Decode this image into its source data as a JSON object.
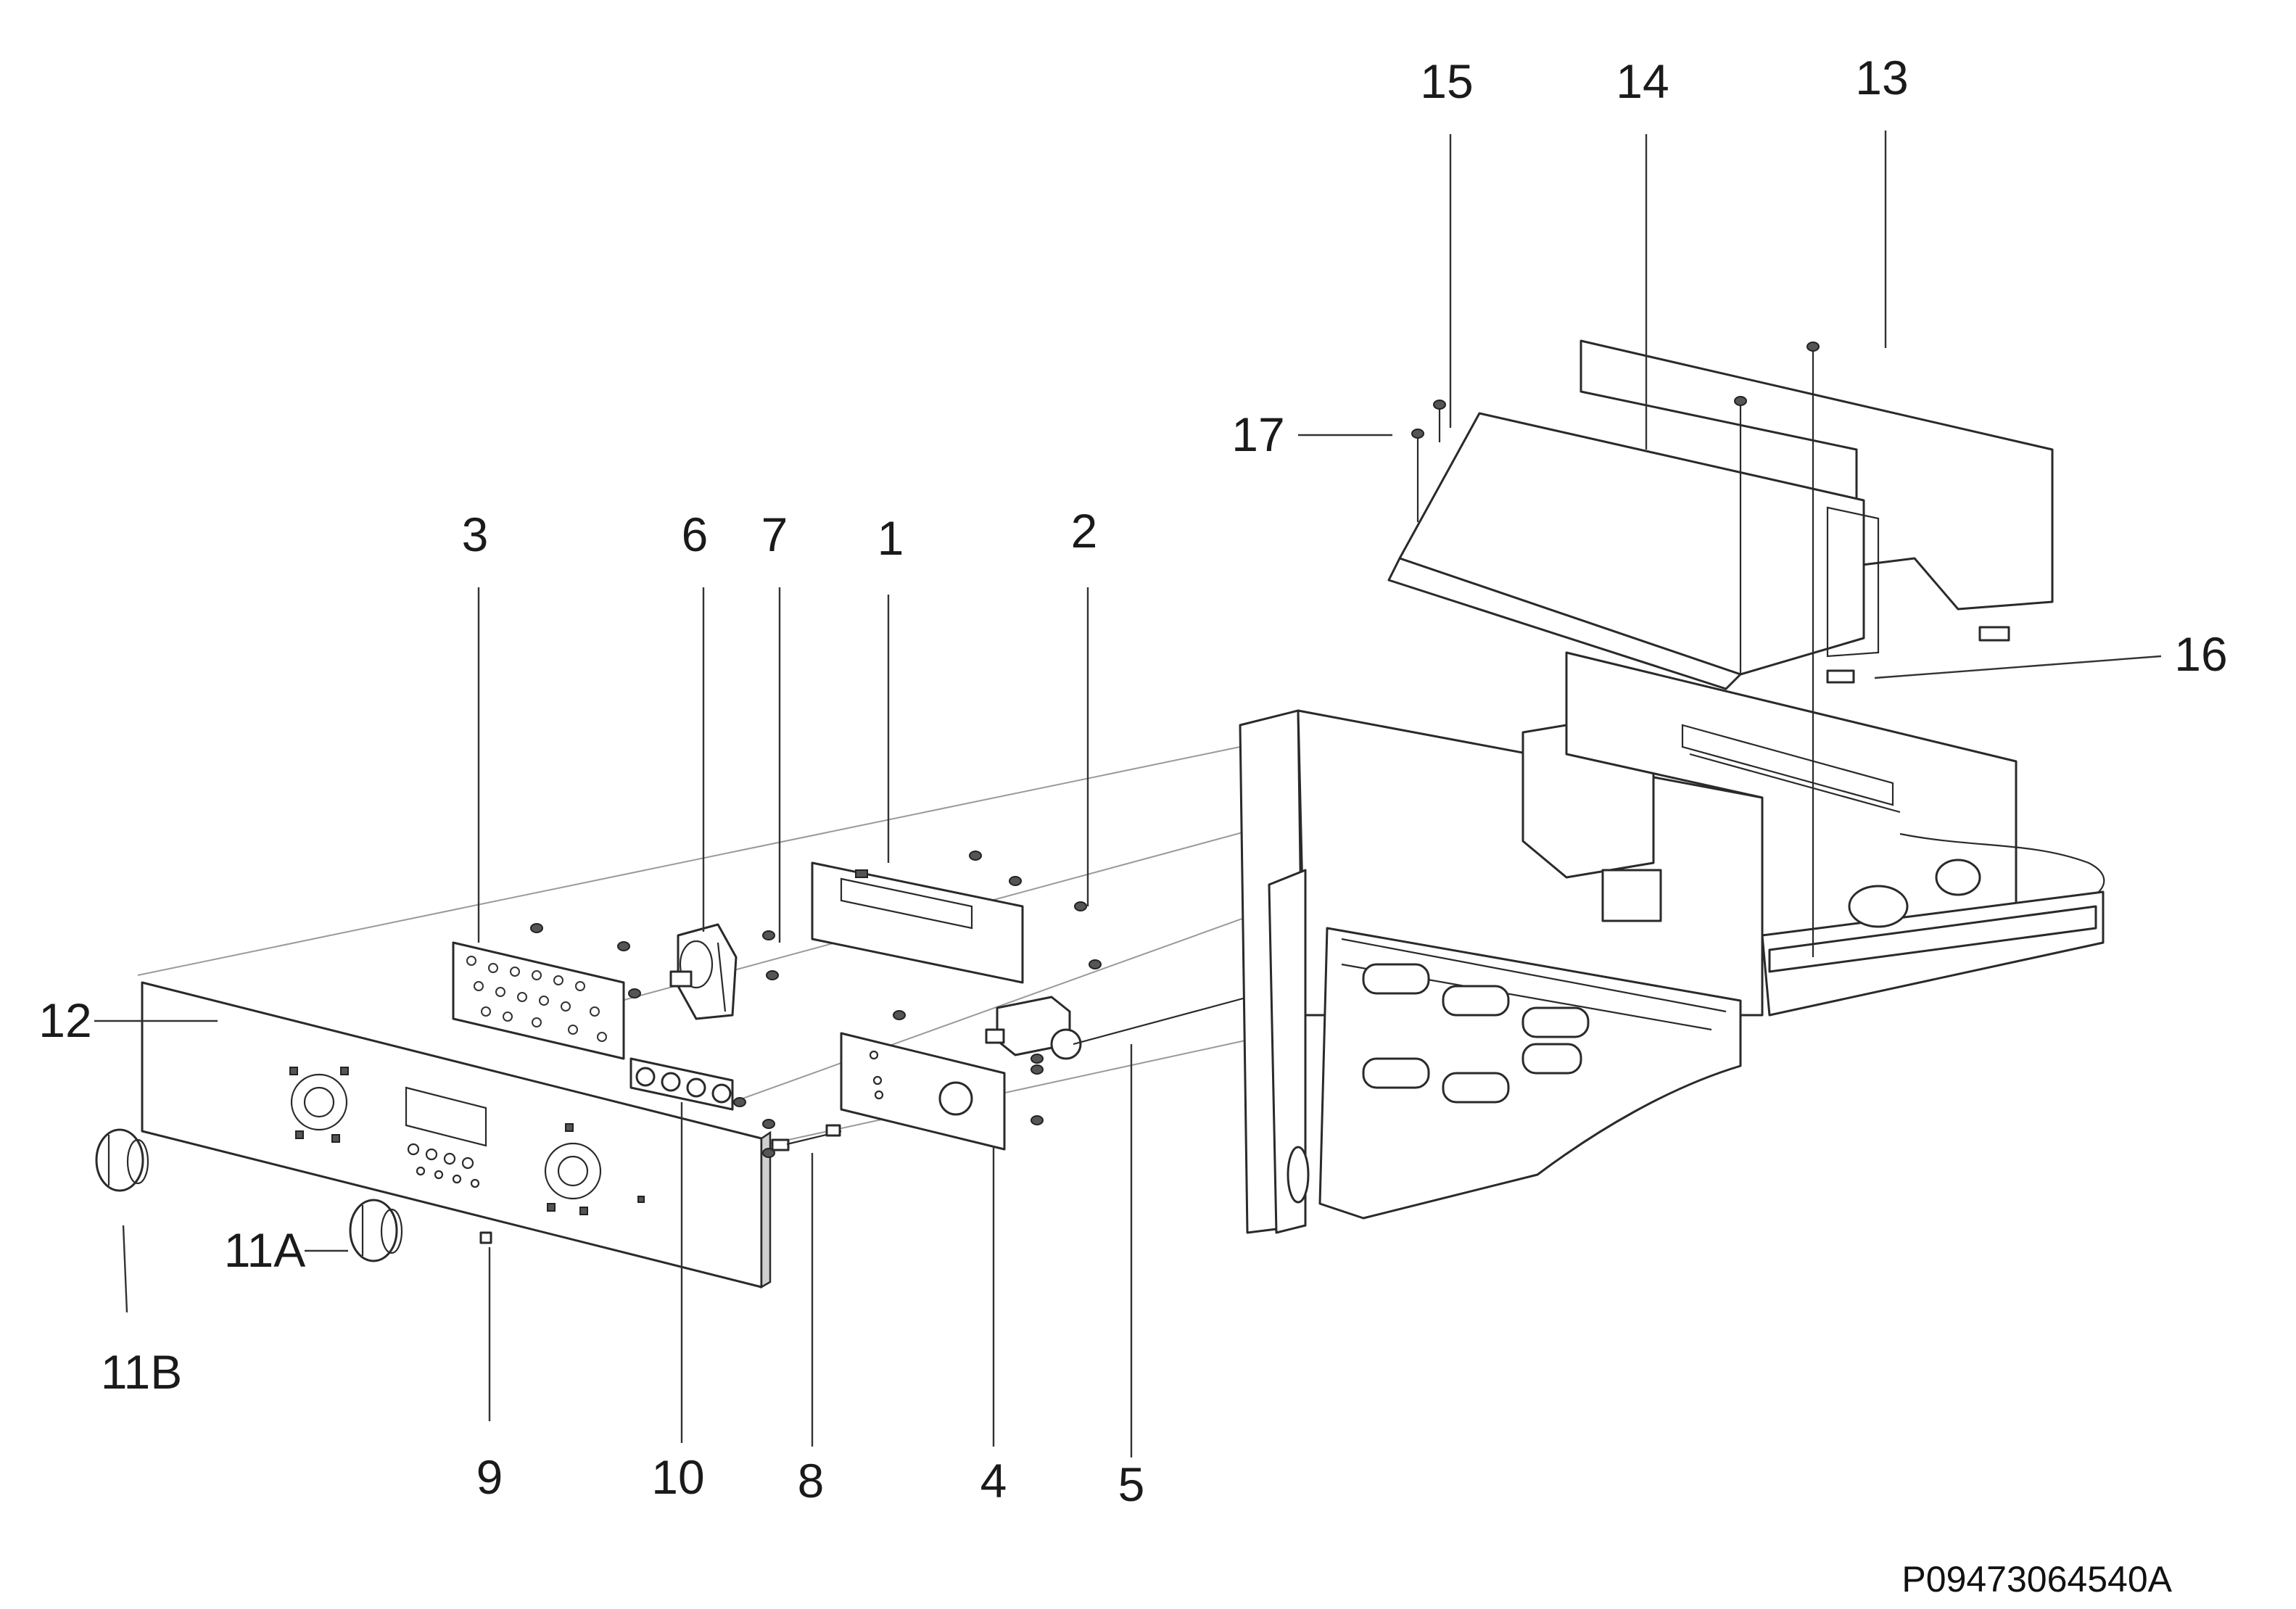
{
  "diagram": {
    "part_number": "P09473064540A",
    "callouts": [
      "1",
      "2",
      "3",
      "4",
      "5",
      "6",
      "7",
      "8",
      "9",
      "10",
      "11A",
      "11B",
      "12",
      "13",
      "14",
      "15",
      "16",
      "17"
    ]
  }
}
